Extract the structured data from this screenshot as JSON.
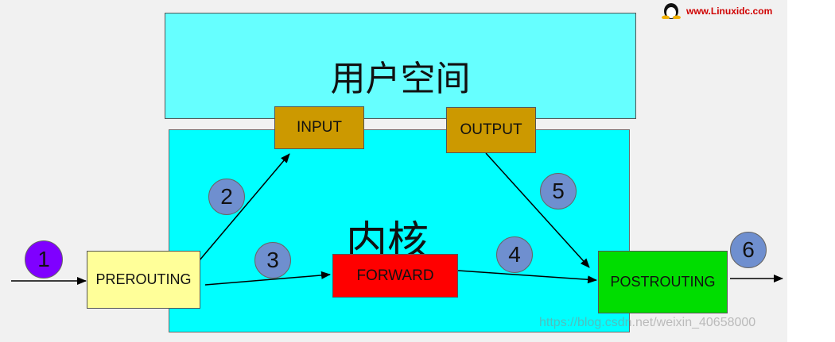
{
  "regions": {
    "user_space": "用户空间",
    "kernel": "内核"
  },
  "nodes": {
    "input": "INPUT",
    "output": "OUTPUT",
    "prerouting": "PREROUTING",
    "forward": "FORWARD",
    "postrouting": "POSTROUTING"
  },
  "steps": [
    "1",
    "2",
    "3",
    "4",
    "5",
    "6"
  ],
  "logo": {
    "url": "www.Linuxidc.com"
  },
  "watermark": "https://blog.csdn.net/weixin_40658000",
  "colors": {
    "user_space": "#66ffff",
    "kernel": "#00ffff",
    "input_output": "#cc9900",
    "prerouting": "#ffff99",
    "forward": "#ff0000",
    "postrouting": "#00dd00",
    "step": "#6f8fcf",
    "step_first": "#7f00ff"
  }
}
